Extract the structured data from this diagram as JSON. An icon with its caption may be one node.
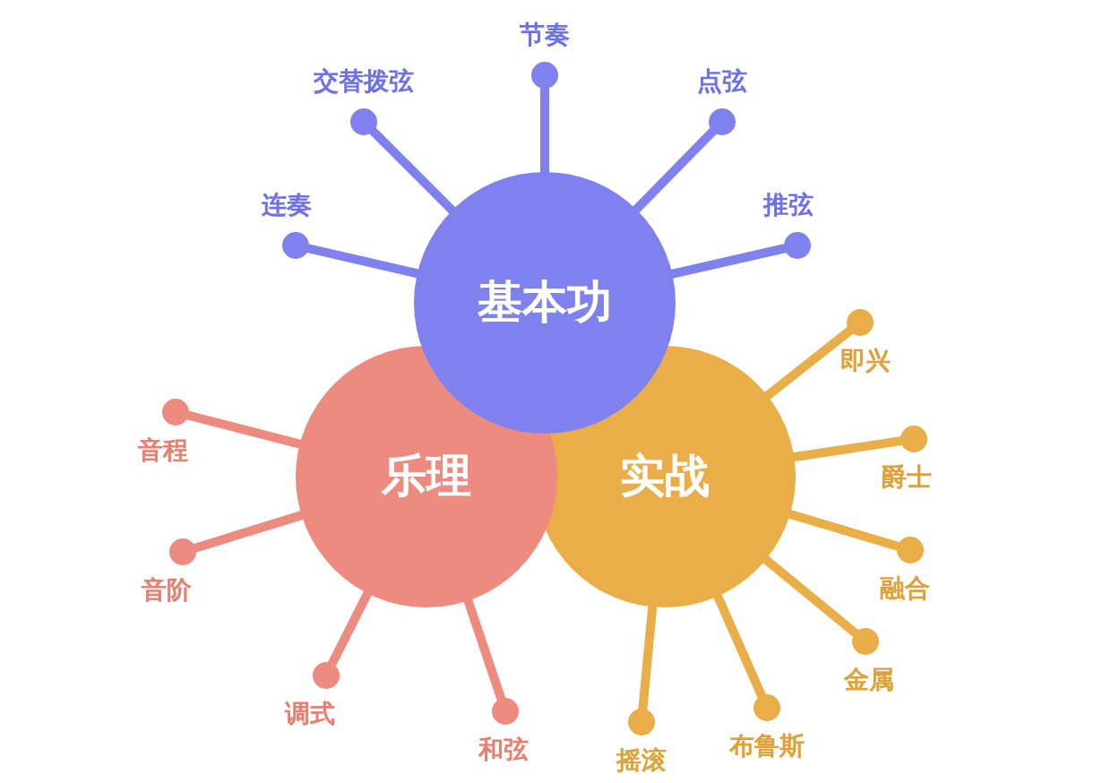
{
  "diagram": {
    "nodes": [
      {
        "text": [
          "基本功"
        ]
      },
      {
        "text": [
          "连奏"
        ]
      },
      {
        "text": [
          "交替拨弦"
        ]
      },
      {
        "text": [
          "节奏"
        ]
      },
      {
        "text": [
          "点弦"
        ]
      },
      {
        "text": [
          "推弦"
        ]
      },
      {
        "text": [
          "乐理"
        ]
      },
      {
        "text": [
          "音程"
        ]
      },
      {
        "text": [
          "音阶"
        ]
      },
      {
        "text": [
          "调式"
        ]
      },
      {
        "text": [
          "和弦"
        ]
      },
      {
        "text": [
          "实战"
        ]
      },
      {
        "text": [
          "即兴"
        ]
      },
      {
        "text": [
          "爵士"
        ]
      },
      {
        "text": [
          "融合"
        ]
      },
      {
        "text": [
          "金属"
        ]
      },
      {
        "text": [
          "布鲁斯"
        ]
      },
      {
        "text": [
          "摇滚"
        ]
      }
    ],
    "edges": [
      {
        "from": 0,
        "to": 1,
        "arrow": "other",
        "color": "#7f81ee"
      },
      {
        "from": 0,
        "to": 2,
        "arrow": "other",
        "color": "#7f81ee"
      },
      {
        "from": 0,
        "to": 3,
        "arrow": "other",
        "color": "#7f81ee"
      },
      {
        "from": 0,
        "to": 4,
        "arrow": "other",
        "color": "#7f81ee"
      },
      {
        "from": 0,
        "to": 5,
        "arrow": "other",
        "color": "#7f81ee"
      },
      {
        "from": 6,
        "to": 7,
        "arrow": "other",
        "color": "#ee8b80"
      },
      {
        "from": 6,
        "to": 8,
        "arrow": "other",
        "color": "#ee8b80"
      },
      {
        "from": 6,
        "to": 9,
        "arrow": "other",
        "color": "#ee8b80"
      },
      {
        "from": 6,
        "to": 10,
        "arrow": "other",
        "color": "#ee8b80"
      },
      {
        "from": 11,
        "to": 12,
        "arrow": "other"
      },
      {
        "from": 11,
        "to": 13,
        "arrow": "other"
      },
      {
        "from": 11,
        "to": 14,
        "arrow": "other"
      },
      {
        "from": 11,
        "to": 15,
        "arrow": "other"
      },
      {
        "from": 11,
        "to": 16,
        "arrow": "other"
      },
      {
        "from": 11,
        "to": 17,
        "arrow": "other"
      }
    ]
  }
}
